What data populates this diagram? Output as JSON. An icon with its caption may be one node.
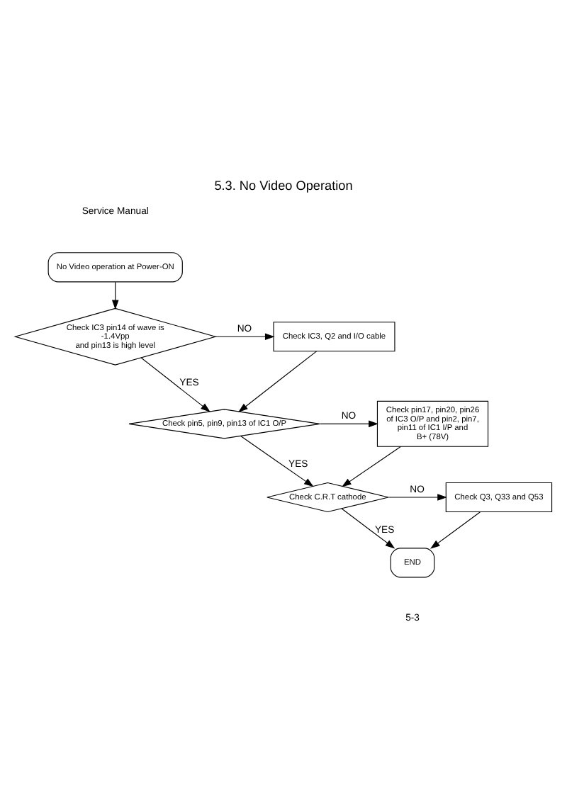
{
  "diagram": {
    "title": "5.3. No Video Operation",
    "nodes": [
      {
        "text": [
          "No Video operation at Power-ON"
        ]
      },
      {
        "text": [
          "Check IC3 pin14 of wave is",
          "-1.4Vpp",
          "and pin13 is high level"
        ]
      },
      {
        "text": [
          "Check IC3, Q2 and I/O cable"
        ]
      },
      {
        "text": [
          "Check pin5, pin9, pin13 of IC1 O/P"
        ]
      },
      {
        "text": [
          "Check pin17, pin20, pin26 of IC3 O/P and pin2, pin7, pin11 of IC1 I/P and B+ (78V)"
        ]
      },
      {
        "text": [
          "Check C.R.T cathode"
        ]
      },
      {
        "text": [
          "Check Q3, Q33 and Q53"
        ]
      },
      {
        "text": [
          "END"
        ]
      }
    ],
    "edges": [
      {
        "from": 0,
        "to": 1,
        "arrow": "to"
      },
      {
        "from": 1,
        "to": 2,
        "arrow": "to",
        "label": "NO"
      },
      {
        "from": 1,
        "to": 3,
        "arrow": "to",
        "label": "YES"
      },
      {
        "from": 2,
        "to": 3,
        "arrow": "to"
      },
      {
        "from": 3,
        "to": 4,
        "arrow": "to",
        "label": "NO"
      },
      {
        "from": 3,
        "to": 5,
        "arrow": "to",
        "label": "YES"
      },
      {
        "from": 4,
        "to": 5,
        "arrow": "to"
      },
      {
        "from": 5,
        "to": 6,
        "arrow": "to",
        "label": "NO"
      },
      {
        "from": 5,
        "to": 7,
        "arrow": "to",
        "label": "YES"
      },
      {
        "from": 6,
        "to": 7,
        "arrow": "to"
      }
    ],
    "labels": [
      "Service Manual",
      "5-3"
    ]
  }
}
